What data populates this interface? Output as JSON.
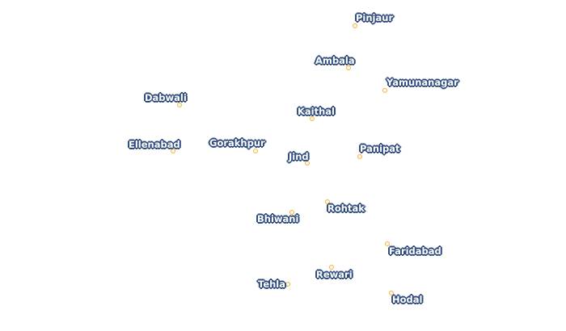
{
  "map": {
    "marker_color": "#f2b441",
    "label_halo_color": "#2f4b7c",
    "cities": [
      {
        "name": "Pinjaur"
      },
      {
        "name": "Ambala"
      },
      {
        "name": "Yamunanagar"
      },
      {
        "name": "Dabwali"
      },
      {
        "name": "Kaithal"
      },
      {
        "name": "Ellenabad"
      },
      {
        "name": "Gorakhpur"
      },
      {
        "name": "Jind"
      },
      {
        "name": "Panipat"
      },
      {
        "name": "Rohtak"
      },
      {
        "name": "Bhiwani"
      },
      {
        "name": "Faridabad"
      },
      {
        "name": "Rewari"
      },
      {
        "name": "Tehla"
      },
      {
        "name": "Hodal"
      }
    ]
  }
}
